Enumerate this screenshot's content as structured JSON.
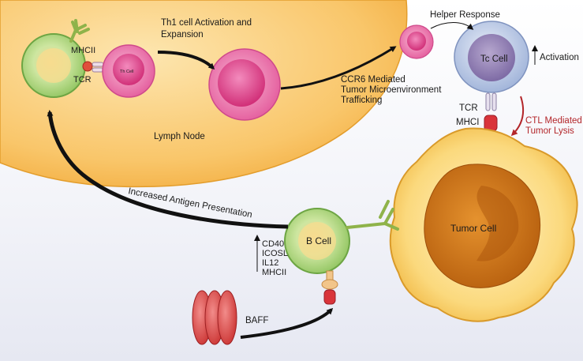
{
  "labels": {
    "mhcii_top": "MHCII",
    "tcr_top": "TCR",
    "th_cell": "Th Cell",
    "th1_line1": "Th1 cell Activation and",
    "th1_line2": "Expansion",
    "lymph_node": "Lymph Node",
    "helper_response": "Helper Response",
    "tc_cell": "Tc Cell",
    "activation": "Activation",
    "ccr6_line1": "CCR6 Mediated",
    "ccr6_line2": "Tumor Microenvironment",
    "ccr6_line3": "Trafficking",
    "tcr_right": "TCR",
    "mhci": "MHCI",
    "ctl_line1": "CTL Mediated",
    "ctl_line2": "Tumor Lysis",
    "antigen_presentation": "Increased Antigen Presentation",
    "b_cell": "B Cell",
    "marker_1": "CD40",
    "marker_2": "ICOSL",
    "marker_3": "IL12",
    "marker_4": "MHCII",
    "tumor_cell": "Tumor Cell",
    "baff": "BAFF"
  },
  "colors": {
    "lymph_node": "#f8bc55",
    "apc_green": "#a8d37a",
    "th_pink": "#ea6ba7",
    "tc_blue": "#b3c4e4",
    "tumor_yellow": "#f9cf63",
    "tumor_nucleus": "#c86d10",
    "baff_red": "#e14e4c",
    "ctl_red": "#b3262a"
  }
}
